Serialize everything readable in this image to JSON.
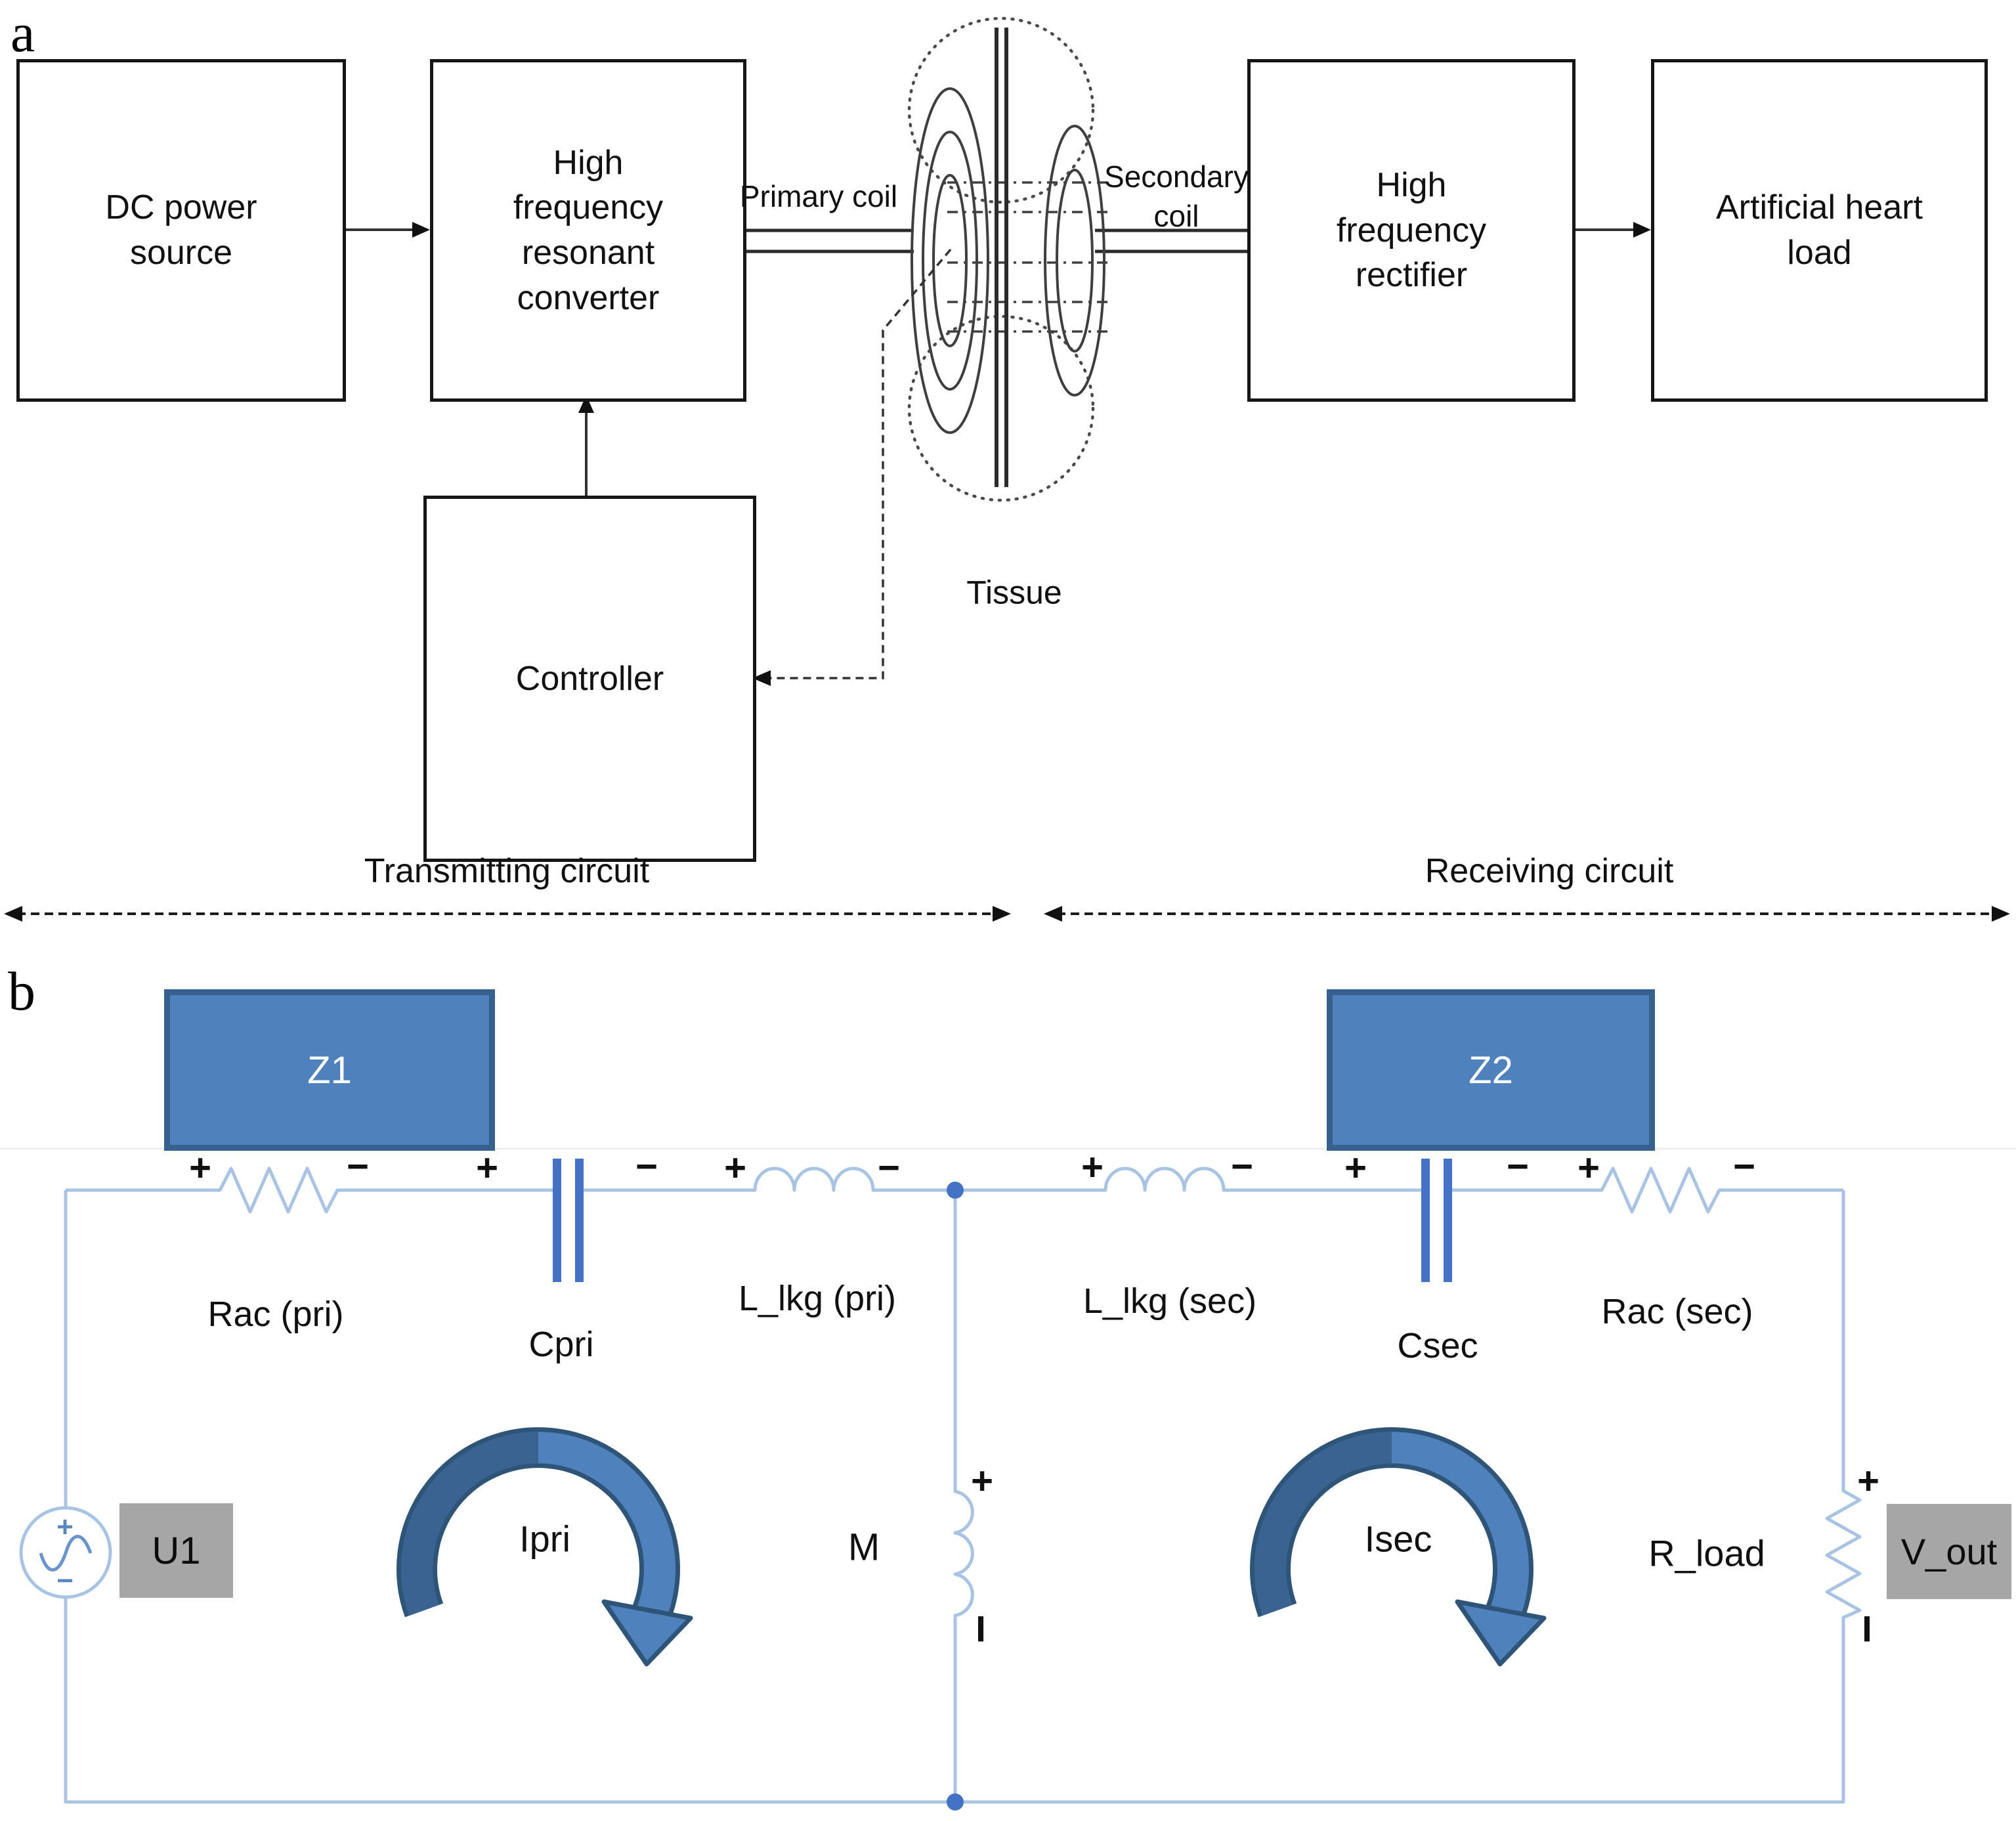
{
  "panel_a": {
    "label": "a",
    "boxes": {
      "dc_power_source": "DC power source",
      "converter": "High frequency resonant converter",
      "rectifier": "High frequency rectifier",
      "heart_load": "Artificial heart load",
      "controller": "Controller"
    },
    "coil_labels": {
      "primary": "Primary coil",
      "secondary": "Secondary coil"
    },
    "tissue": "Tissue",
    "regions": {
      "transmitting": "Transmitting circuit",
      "receiving": "Receiving circuit"
    }
  },
  "panel_b": {
    "label": "b",
    "impedance": {
      "z1": "Z1",
      "z2": "Z2"
    },
    "components": {
      "rac_pri": "Rac (pri)",
      "cpri": "Cpri",
      "llkg_pri": "L_lkg (pri)",
      "llkg_sec": "L_lkg (sec)",
      "csec": "Csec",
      "rac_sec": "Rac (sec)",
      "m": "M",
      "ipri": "Ipri",
      "isec": "Isec",
      "rload": "R_load",
      "u1": "U1",
      "vout": "V_out"
    },
    "signs": {
      "plus": "+",
      "minus": "−",
      "minus_vertical": "I"
    },
    "colors": {
      "impedance_fill": "#4f81bd",
      "impedance_border": "#36618e",
      "wire_blue": "#a9c3e3",
      "component_blue": "#4472c4",
      "loop_arrow_fill": "#4f81bd",
      "loop_arrow_outline": "#2e5477",
      "grey_label_box": "#a6a6a6"
    }
  }
}
